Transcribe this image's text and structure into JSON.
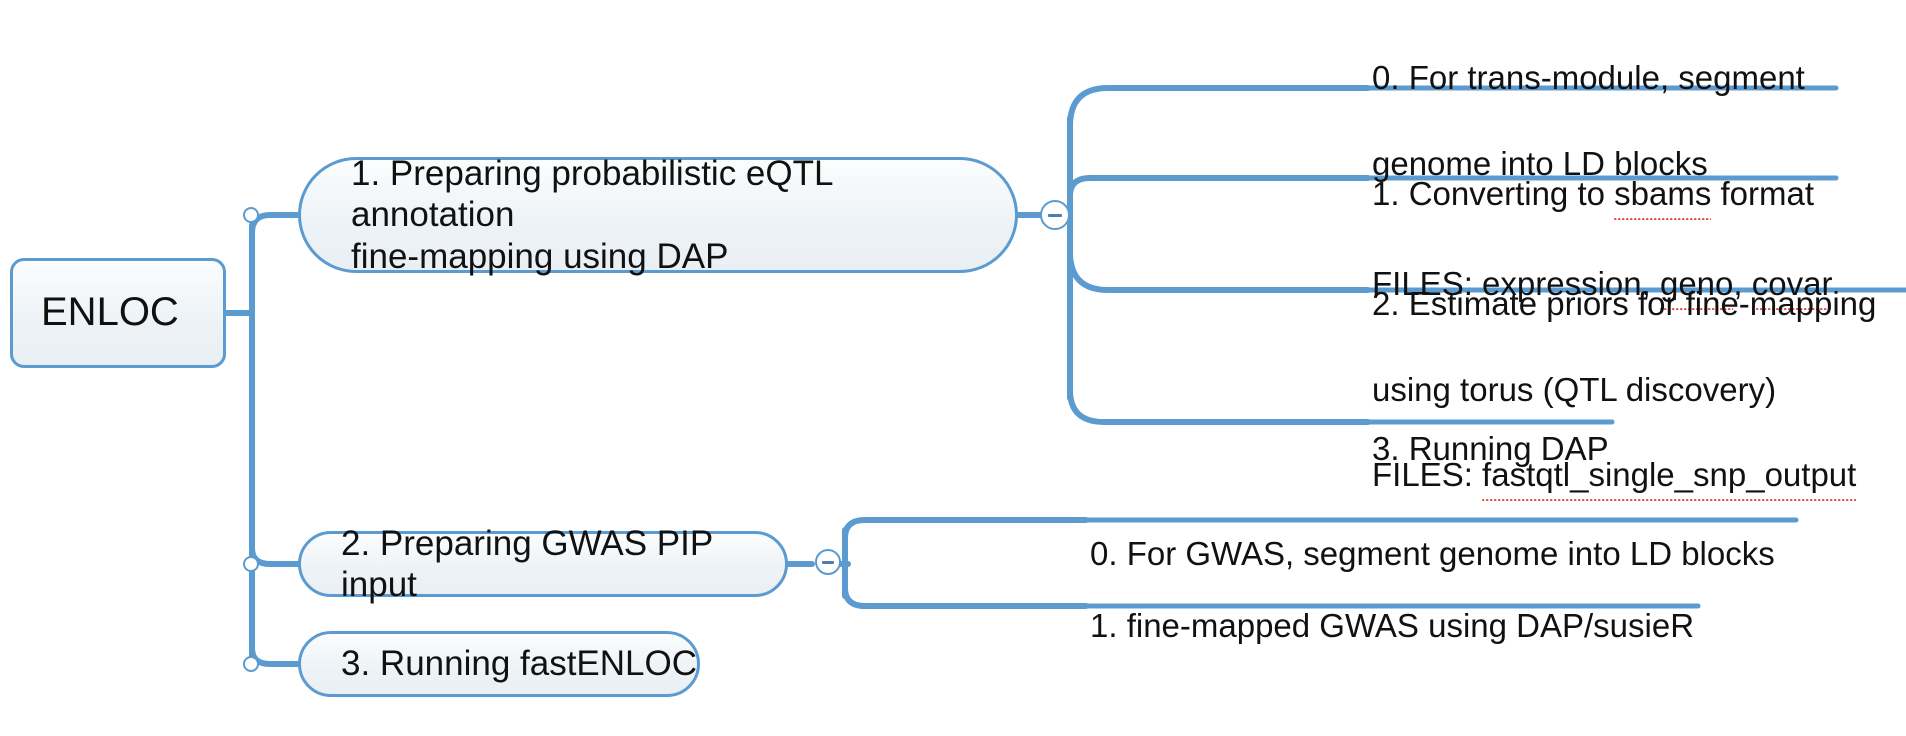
{
  "diagram": {
    "type": "mind-map",
    "title": "ENLOC",
    "accent_color": "#5b9bd0",
    "node_fill": "#eef3f7",
    "text_color": "#111111",
    "spellcheck_color": "#e8504a",
    "background": "#ffffff"
  },
  "root": {
    "label": "ENLOC"
  },
  "branches": [
    {
      "id": "branch-1",
      "label": "1. Preparing probabilistic eQTL annotation\nfine-mapping using DAP",
      "line1": "1. Preparing probabilistic eQTL annotation",
      "line2": "fine-mapping using DAP",
      "collapse_toggle": "minus",
      "children": [
        {
          "id": "leaf-1-0",
          "line1": "0. For trans-module, segment",
          "line2": "genome into LD blocks",
          "underlined": true,
          "misspelled": []
        },
        {
          "id": "leaf-1-1",
          "line1_prefix": "1. Converting to ",
          "line1_misspelled": "sbams",
          "line1_suffix": " format",
          "line2_prefix": "FILES: expression, ",
          "line2_misspelled_a": "geno",
          "line2_mid": ", ",
          "line2_misspelled_b": "covar",
          "underlined": true
        },
        {
          "id": "leaf-1-2",
          "line1": "2. Estimate priors for fine-mapping",
          "line2": "using torus (QTL discovery)",
          "line3_prefix": "FILES: ",
          "line3_misspelled": "fastqtl_single_snp_output",
          "underlined": true
        },
        {
          "id": "leaf-1-3",
          "line1": "3. Running DAP",
          "underlined": true,
          "misspelled": []
        }
      ]
    },
    {
      "id": "branch-2",
      "label": "2. Preparing GWAS PIP input",
      "collapse_toggle": "minus",
      "children": [
        {
          "id": "leaf-2-0",
          "line1": "0. For GWAS, segment genome into LD blocks",
          "underlined": true,
          "misspelled": []
        },
        {
          "id": "leaf-2-1",
          "line1": "1. fine-mapped GWAS using DAP/susieR",
          "underlined": true,
          "misspelled": []
        }
      ]
    },
    {
      "id": "branch-3",
      "label": "3. Running fastENLOC",
      "collapse_toggle": null,
      "children": []
    }
  ]
}
